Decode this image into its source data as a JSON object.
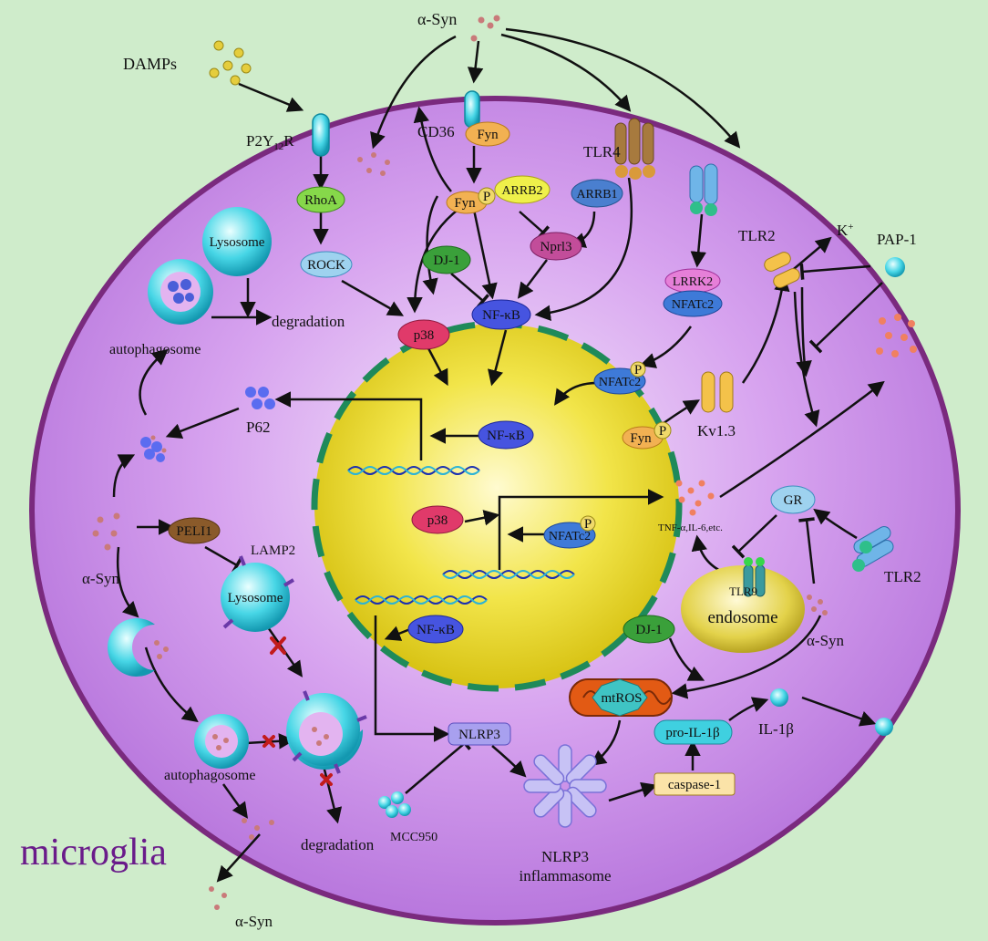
{
  "labels": {
    "asyn_top": "α-Syn",
    "damps": "DAMPs",
    "p2y12r_main": "P2Y",
    "p2y12r_sub": "12",
    "p2y12r_end": "R",
    "cd36": "CD36",
    "fyn": "Fyn",
    "fyn_p": "Fyn",
    "p": "P",
    "arrb2": "ARRB2",
    "arrb1": "ARRB1",
    "tlr4": "TLR4",
    "tlr2_top": "TLR2",
    "tlr2_right": "TLR2",
    "k_plus": "K",
    "k_sup": "+",
    "pap1": "PAP-1",
    "rhoa": "RhoA",
    "rock": "ROCK",
    "lysosome_top": "Lysosome",
    "degradation_top": "degradation",
    "autophagosome_top": "autophagosome",
    "dj1_top": "DJ-1",
    "nprl3": "Nprl3",
    "nfkb_top": "NF-κB",
    "lrrk2": "LRRK2",
    "nfatc2_top": "NFATc2",
    "nfatc2_p": "NFATc2",
    "p38_top": "p38",
    "p62": "P62",
    "nfkb_nuc1": "NF-κB",
    "kv13": "Kv1.3",
    "fyn_p2": "Fyn",
    "p38_nuc": "p38",
    "nfatc2_nuc": "NFATc2",
    "cytokines": "TNF-α,IL-6,etc.",
    "gr": "GR",
    "tlr9": "TLR9",
    "endosome": "endosome",
    "peli1": "PELI1",
    "lamp2": "LAMP2",
    "lysosome_mid": "Lysosome",
    "asyn_left": "α-Syn",
    "nfkb_nuc2": "NF-κB",
    "dj1_bottom": "DJ-1",
    "asyn_right": "α-Syn",
    "mtros": "mtROS",
    "pro_il1b": "pro-IL-1β",
    "il1b": "IL-1β",
    "nlrp3": "NLRP3",
    "caspase1": "caspase-1",
    "autophagosome_bottom": "autophagosome",
    "mcc950": "MCC950",
    "degradation_bottom": "degradation",
    "nlrp3_inflammasome_1": "NLRP3",
    "nlrp3_inflammasome_2": "inflammasome",
    "asyn_bottom": "α-Syn",
    "microglia": "microglia"
  },
  "colors": {
    "background": "#cfeccb",
    "cell_fill": "#c889e8",
    "cell_border": "#7a2a7e",
    "nucleus_fill": "#e9dc1e",
    "nucleus_dash": "#1f8a5a",
    "microglia_text": "#6a1b8a"
  }
}
